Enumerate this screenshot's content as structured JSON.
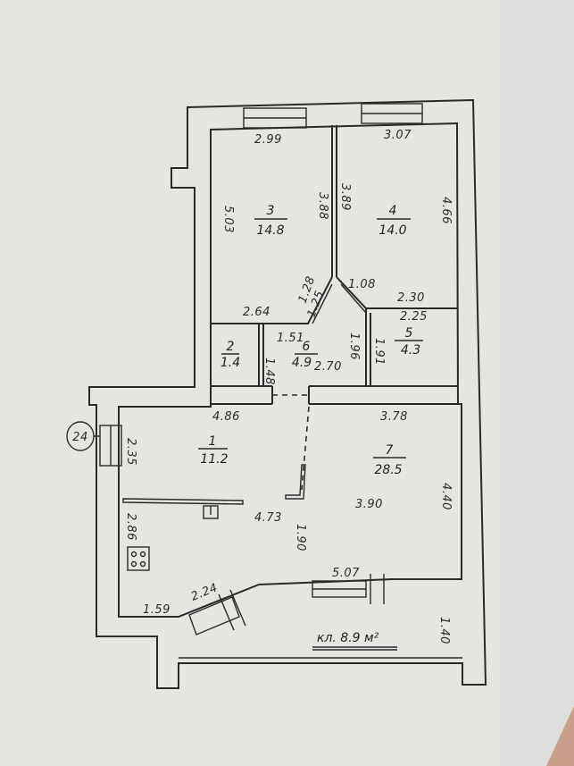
{
  "plan": {
    "paper_color": "#e4e6e2",
    "ink_color": "#2a2a2a",
    "marker": "24",
    "balcony_label": "кл. 8.9 м²",
    "rooms": [
      {
        "id": "r3",
        "number": "3",
        "area": "14.8"
      },
      {
        "id": "r4",
        "number": "4",
        "area": "14.0"
      },
      {
        "id": "r2",
        "number": "2",
        "area": "1.4"
      },
      {
        "id": "r6",
        "number": "6",
        "area": "4.9"
      },
      {
        "id": "r5",
        "number": "5",
        "area": "4.3"
      },
      {
        "id": "r1",
        "number": "1",
        "area": "11.2"
      },
      {
        "id": "r7",
        "number": "7",
        "area": "28.5"
      }
    ],
    "dimensions": {
      "d299": "2.99",
      "d307": "3.07",
      "d503": "5.03",
      "d388": "3.88",
      "d389": "3.89",
      "d466": "4.66",
      "d264": "2.64",
      "d128": "1.28",
      "d108": "1.08",
      "d230": "2.30",
      "d225": "2.25",
      "d125": "1.25",
      "d151": "1.51",
      "d148": "1.48",
      "d270": "2.70",
      "d196": "1.96",
      "d191": "1.91",
      "d486": "4.86",
      "d378": "3.78",
      "d235": "2.35",
      "d286": "2.86",
      "d473": "4.73",
      "d390": "3.90",
      "d440": "4.40",
      "d190": "1.90",
      "d507": "5.07",
      "d224": "2.24",
      "d159": "1.59",
      "d140": "1.40"
    }
  }
}
